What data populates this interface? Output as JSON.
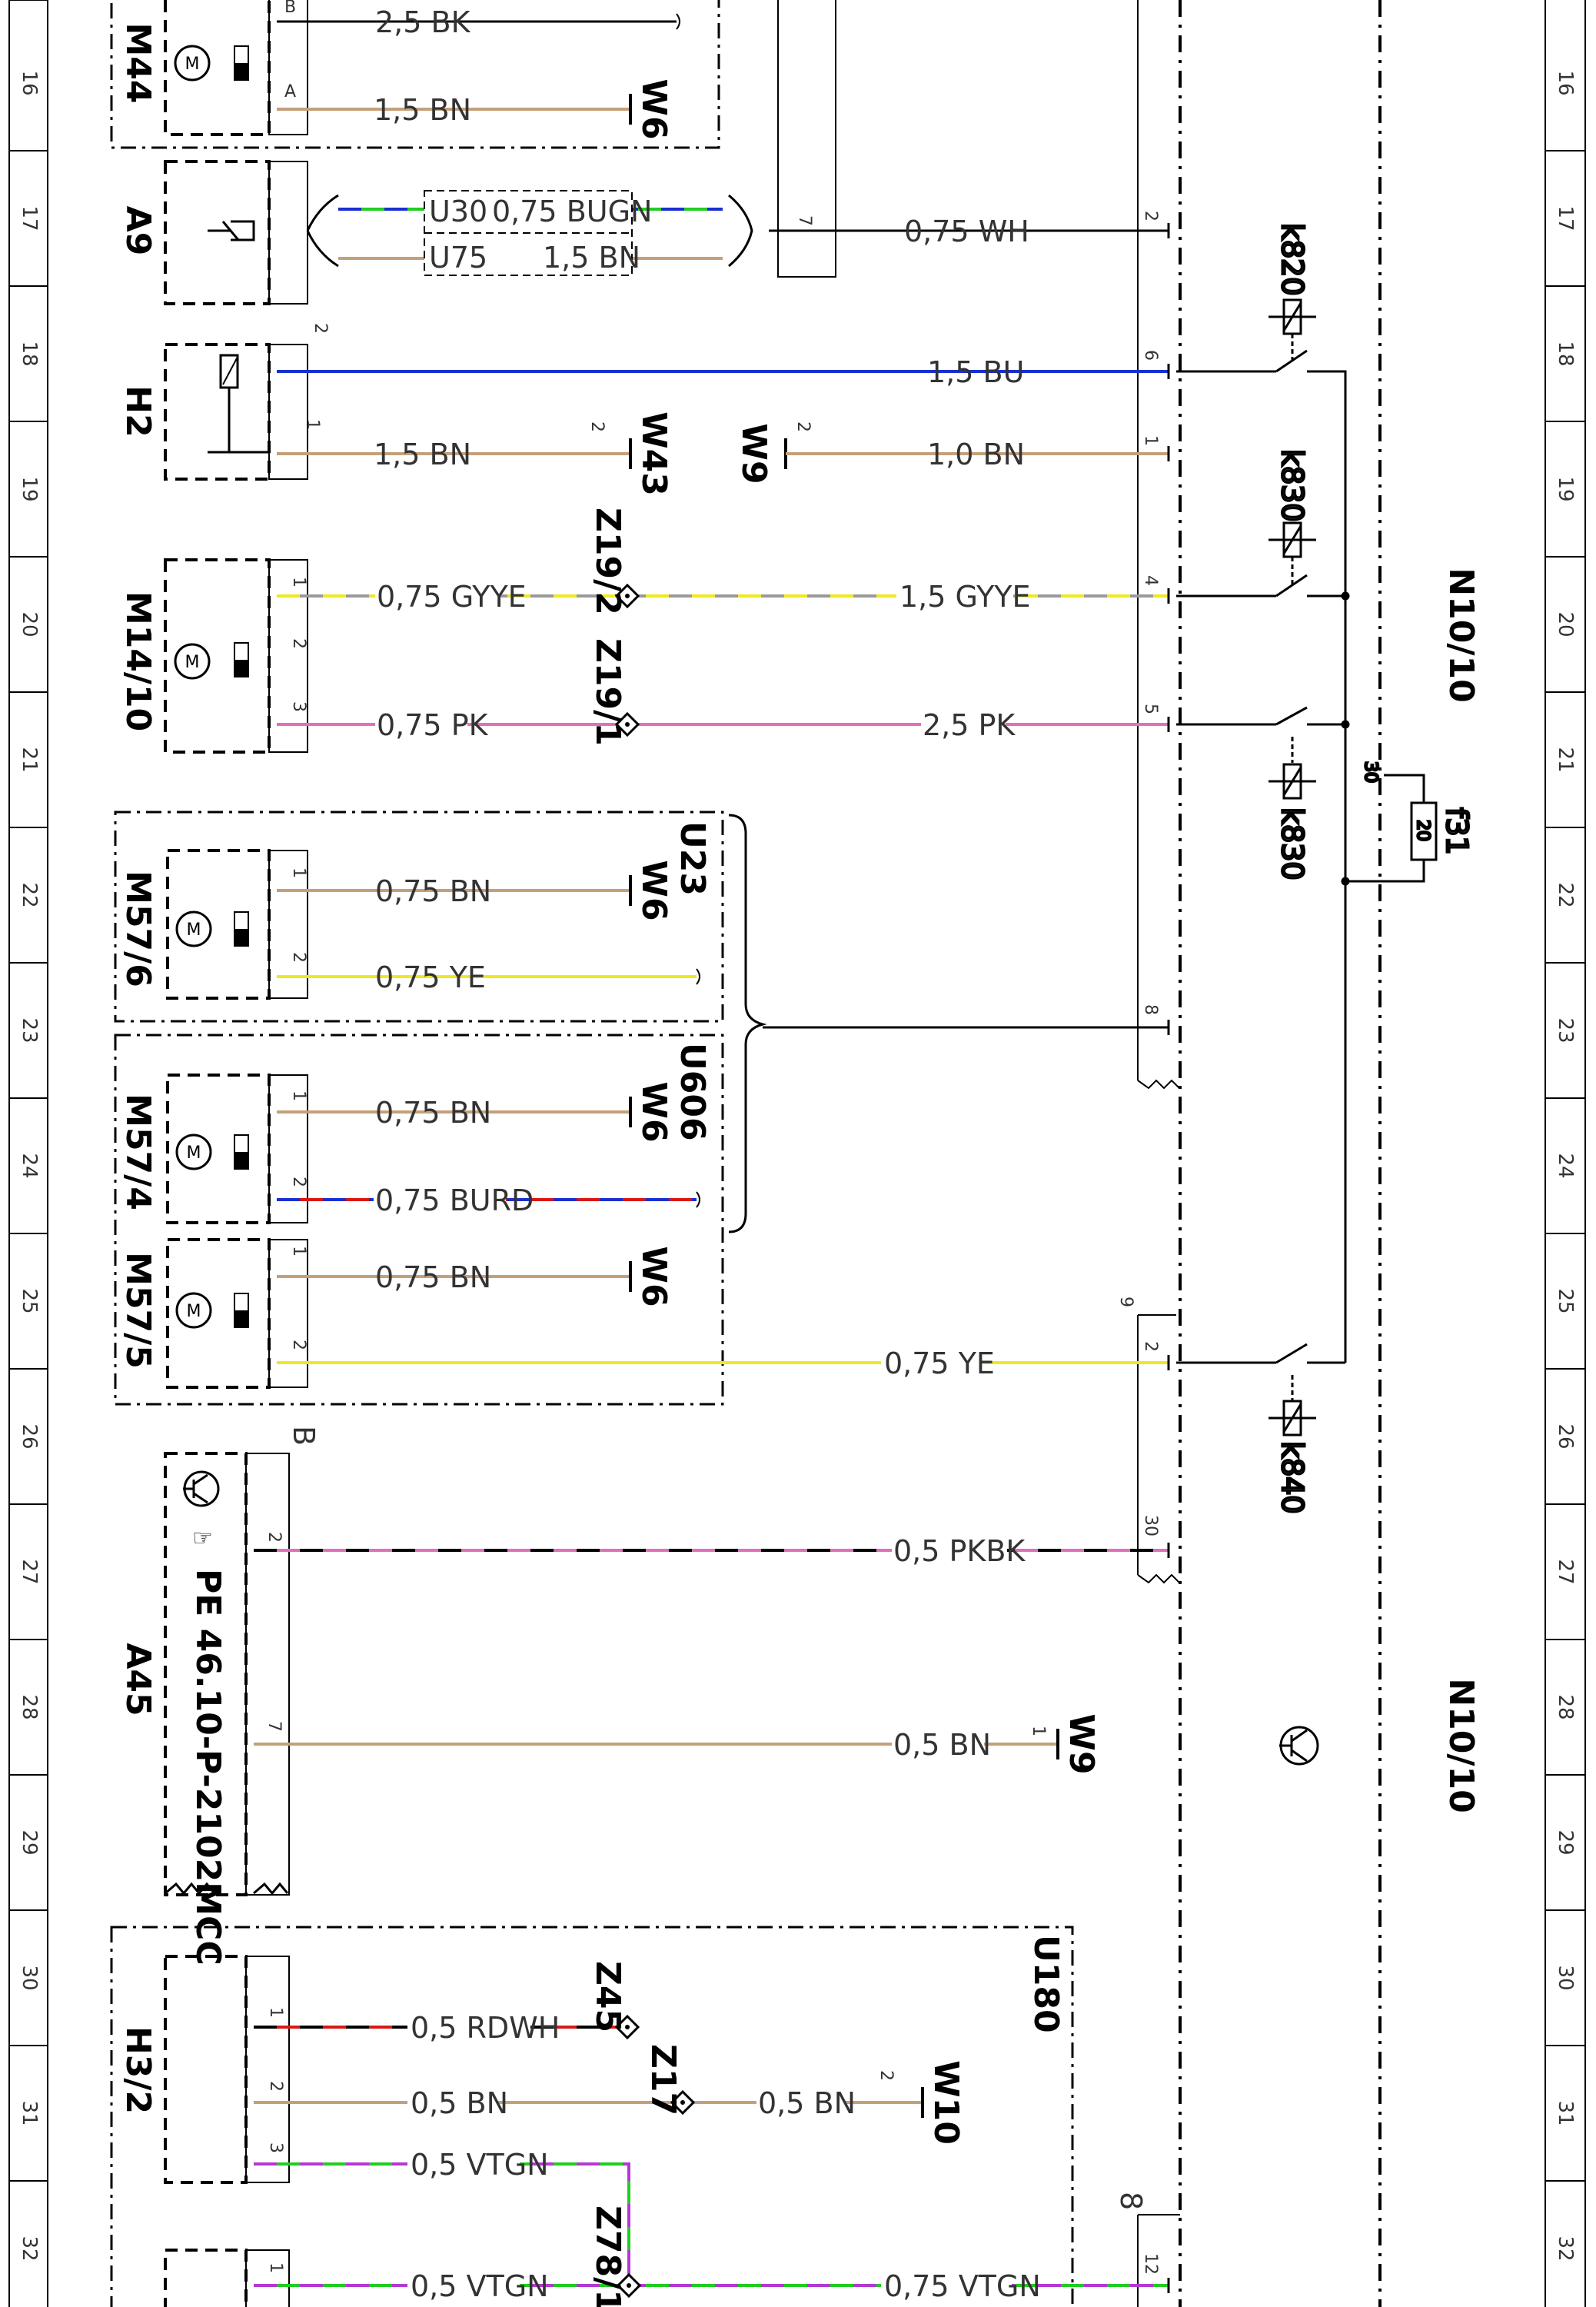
{
  "diagram": {
    "row_numbers": [
      "16",
      "17",
      "18",
      "19",
      "20",
      "21",
      "22",
      "23",
      "24",
      "25",
      "26",
      "27",
      "28",
      "29",
      "30",
      "31",
      "32"
    ],
    "components": {
      "m44": "M44",
      "a9": "A9",
      "h2": "H2",
      "m14_10": "M14/10",
      "m57_6": "M57/6",
      "m57_4": "M57/4",
      "m57_5": "M57/5",
      "a45": "A45",
      "h3_2": "H3/2",
      "u23": "U23",
      "u606": "U606",
      "u180": "U180",
      "n10_10_upper": "N10/10",
      "n10_10_lower": "N10/10",
      "pe_ref": "PE 46.10-P-2102MCC"
    },
    "wires": {
      "w_25bk": "2,5 BK",
      "w_15bn_m44": "1,5 BN",
      "w_u30": "U30",
      "w_075bugn": "0,75 BUGN",
      "w_u75": "U75",
      "w_15bn_u75": "1,5 BN",
      "w_075wh": "0,75 WH",
      "w_15bu": "1,5 BU",
      "w_15bn_h2": "1,5 BN",
      "w_10bn": "1,0 BN",
      "w_075gyye": "0,75 GYYE",
      "w_15gyye": "1,5 GYYE",
      "w_075pk": "0,75 PK",
      "w_25pk": "2,5 PK",
      "w_075bn_m576": "0,75 BN",
      "w_075ye_m576": "0,75 YE",
      "w_075bn_m574": "0,75 BN",
      "w_075burd": "0,75 BURD",
      "w_075bn_m575": "0,75 BN",
      "w_075ye_m575": "0,75 YE",
      "w_05pkbk": "0,5 PKBK",
      "w_05bn_a45": "0,5 BN",
      "w_05rdwh": "0,5 RDWH",
      "w_05bn_h32": "0,5 BN",
      "w_05bn_w10": "0,5 BN",
      "w_05vtgn_a": "0,5 VTGN",
      "w_05vtgn_b": "0,5 VTGN",
      "w_075vtgn": "0,75 VTGN"
    },
    "grounds": {
      "w6_a": "W6",
      "w43": "W43",
      "w9_a": "W9",
      "w6_b": "W6",
      "w6_c": "W6",
      "w6_d": "W6",
      "w9_b": "W9",
      "w10": "W10"
    },
    "splices": {
      "z19_2": "Z19/2",
      "z19_1": "Z19/1",
      "z45": "Z45",
      "z17": "Z17",
      "z78_1": "Z78/1"
    },
    "relays": {
      "k820": "k820",
      "k830_a": "k830",
      "k830_b": "k830",
      "k840": "k840",
      "f31": "f31",
      "f31_rating": "20"
    },
    "pins": {
      "m44_b": "B",
      "m44_a": "A",
      "a9_7": "7",
      "n_2": "2",
      "h2_2": "2",
      "h2_1": "1",
      "n_6": "6",
      "w43_2": "2",
      "w9_2": "2",
      "n_1": "1",
      "m14_1": "1",
      "m14_2": "2",
      "m14_3": "3",
      "n_4": "4",
      "n_5": "5",
      "f31_30": "30",
      "m576_1": "1",
      "m576_2": "2",
      "n_8": "8",
      "m574_1": "1",
      "m574_2": "2",
      "m575_1": "1",
      "m575_2": "2",
      "n_9": "9",
      "n_2b": "2",
      "a45_b": "B",
      "a45_2": "2",
      "n_30": "30",
      "a45_7": "7",
      "w9_1": "1",
      "h32_1": "1",
      "h32_2": "2",
      "h32_3": "3",
      "w10_2": "2",
      "n_8b": "8",
      "n_12": "12",
      "bot_1": "1"
    }
  },
  "colors": {
    "line": "#000000",
    "brown": "#c4a07a",
    "blue": "#1a2fd0",
    "green": "#22cc22",
    "yellow": "#f0e81e",
    "gray": "#9a9a9a",
    "pink": "#e070b8",
    "red": "#d81818",
    "violet": "#b23ad0",
    "text": "#333333"
  }
}
